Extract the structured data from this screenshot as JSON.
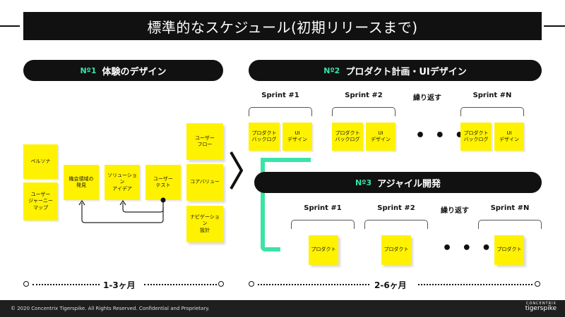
{
  "title": "標準的なスケジュール(初期リリースまで)",
  "phase1": {
    "number": "Nº1",
    "label": "体験のデザイン",
    "notes": {
      "persona": "ペルソナ",
      "journey": "ユーザー\nジャーニー\nマップ",
      "opportunity": "機会領域の\n発見",
      "solution": "ソリューション\nアイデア",
      "usertest": "ユーザー\nテスト",
      "userflow": "ユーザー\nフロー",
      "corevalue": "コアバリュー",
      "navigation": "ナビゲーション\n設計"
    },
    "duration": "1-3ヶ月"
  },
  "phase2": {
    "number": "Nº2",
    "label": "プロダクト計画・UIデザイン",
    "sprint1": "Sprint #1",
    "sprint2": "Sprint #2",
    "repeat": "繰り返す",
    "sprintN": "Sprint #N",
    "backlog": "プロダクト\nバックログ",
    "uidesign": "UI\nデザイン",
    "ellipsis": "• • •"
  },
  "phase3": {
    "number": "Nº3",
    "label": "アジャイル開発",
    "sprint1": "Sprint #1",
    "sprint2": "Sprint #2",
    "repeat": "繰り返す",
    "sprintN": "Sprint #N",
    "product": "プロダクト",
    "ellipsis": "• • •",
    "duration": "2-6ヶ月"
  },
  "footer": {
    "copyright": "© 2020 Concentrix Tigerspike. All Rights Reserved. Confidential and Proprietary.",
    "brand_small": "CONCENTRIX",
    "brand_big": "tigerspike"
  },
  "colors": {
    "accent": "#3be3a6",
    "sticky": "#fff200",
    "dark": "#111111"
  }
}
